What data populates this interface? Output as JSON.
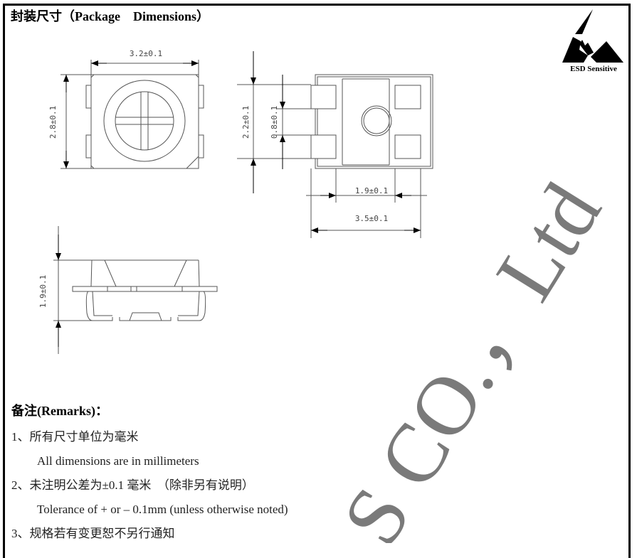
{
  "title": "封装尺寸（Package　Dimensions）",
  "esd_logo": {
    "label": "ESD Sensitive"
  },
  "dimensions": {
    "top_width": "3.2±0.1",
    "top_height": "2.8±0.1",
    "bottom_height_outer": "2.2±0.1",
    "bottom_pad_gap": "0.8±0.1",
    "bottom_inner_width": "1.9±0.1",
    "bottom_width": "3.5±0.1",
    "side_height": "1.9±0.1"
  },
  "remarks": {
    "heading": "备注(Remarks)：",
    "items": [
      {
        "zh": "1、所有尺寸单位为毫米",
        "en": "All dimensions are in millimeters"
      },
      {
        "zh": "2、未注明公差为±0.1 毫米　（除非另有说明）",
        "en": "Tolerance of + or – 0.1mm (unless otherwise noted)"
      },
      {
        "zh": "3、规格若有变更恕不另行通知"
      }
    ]
  },
  "watermark": "S CO.，Ltd"
}
